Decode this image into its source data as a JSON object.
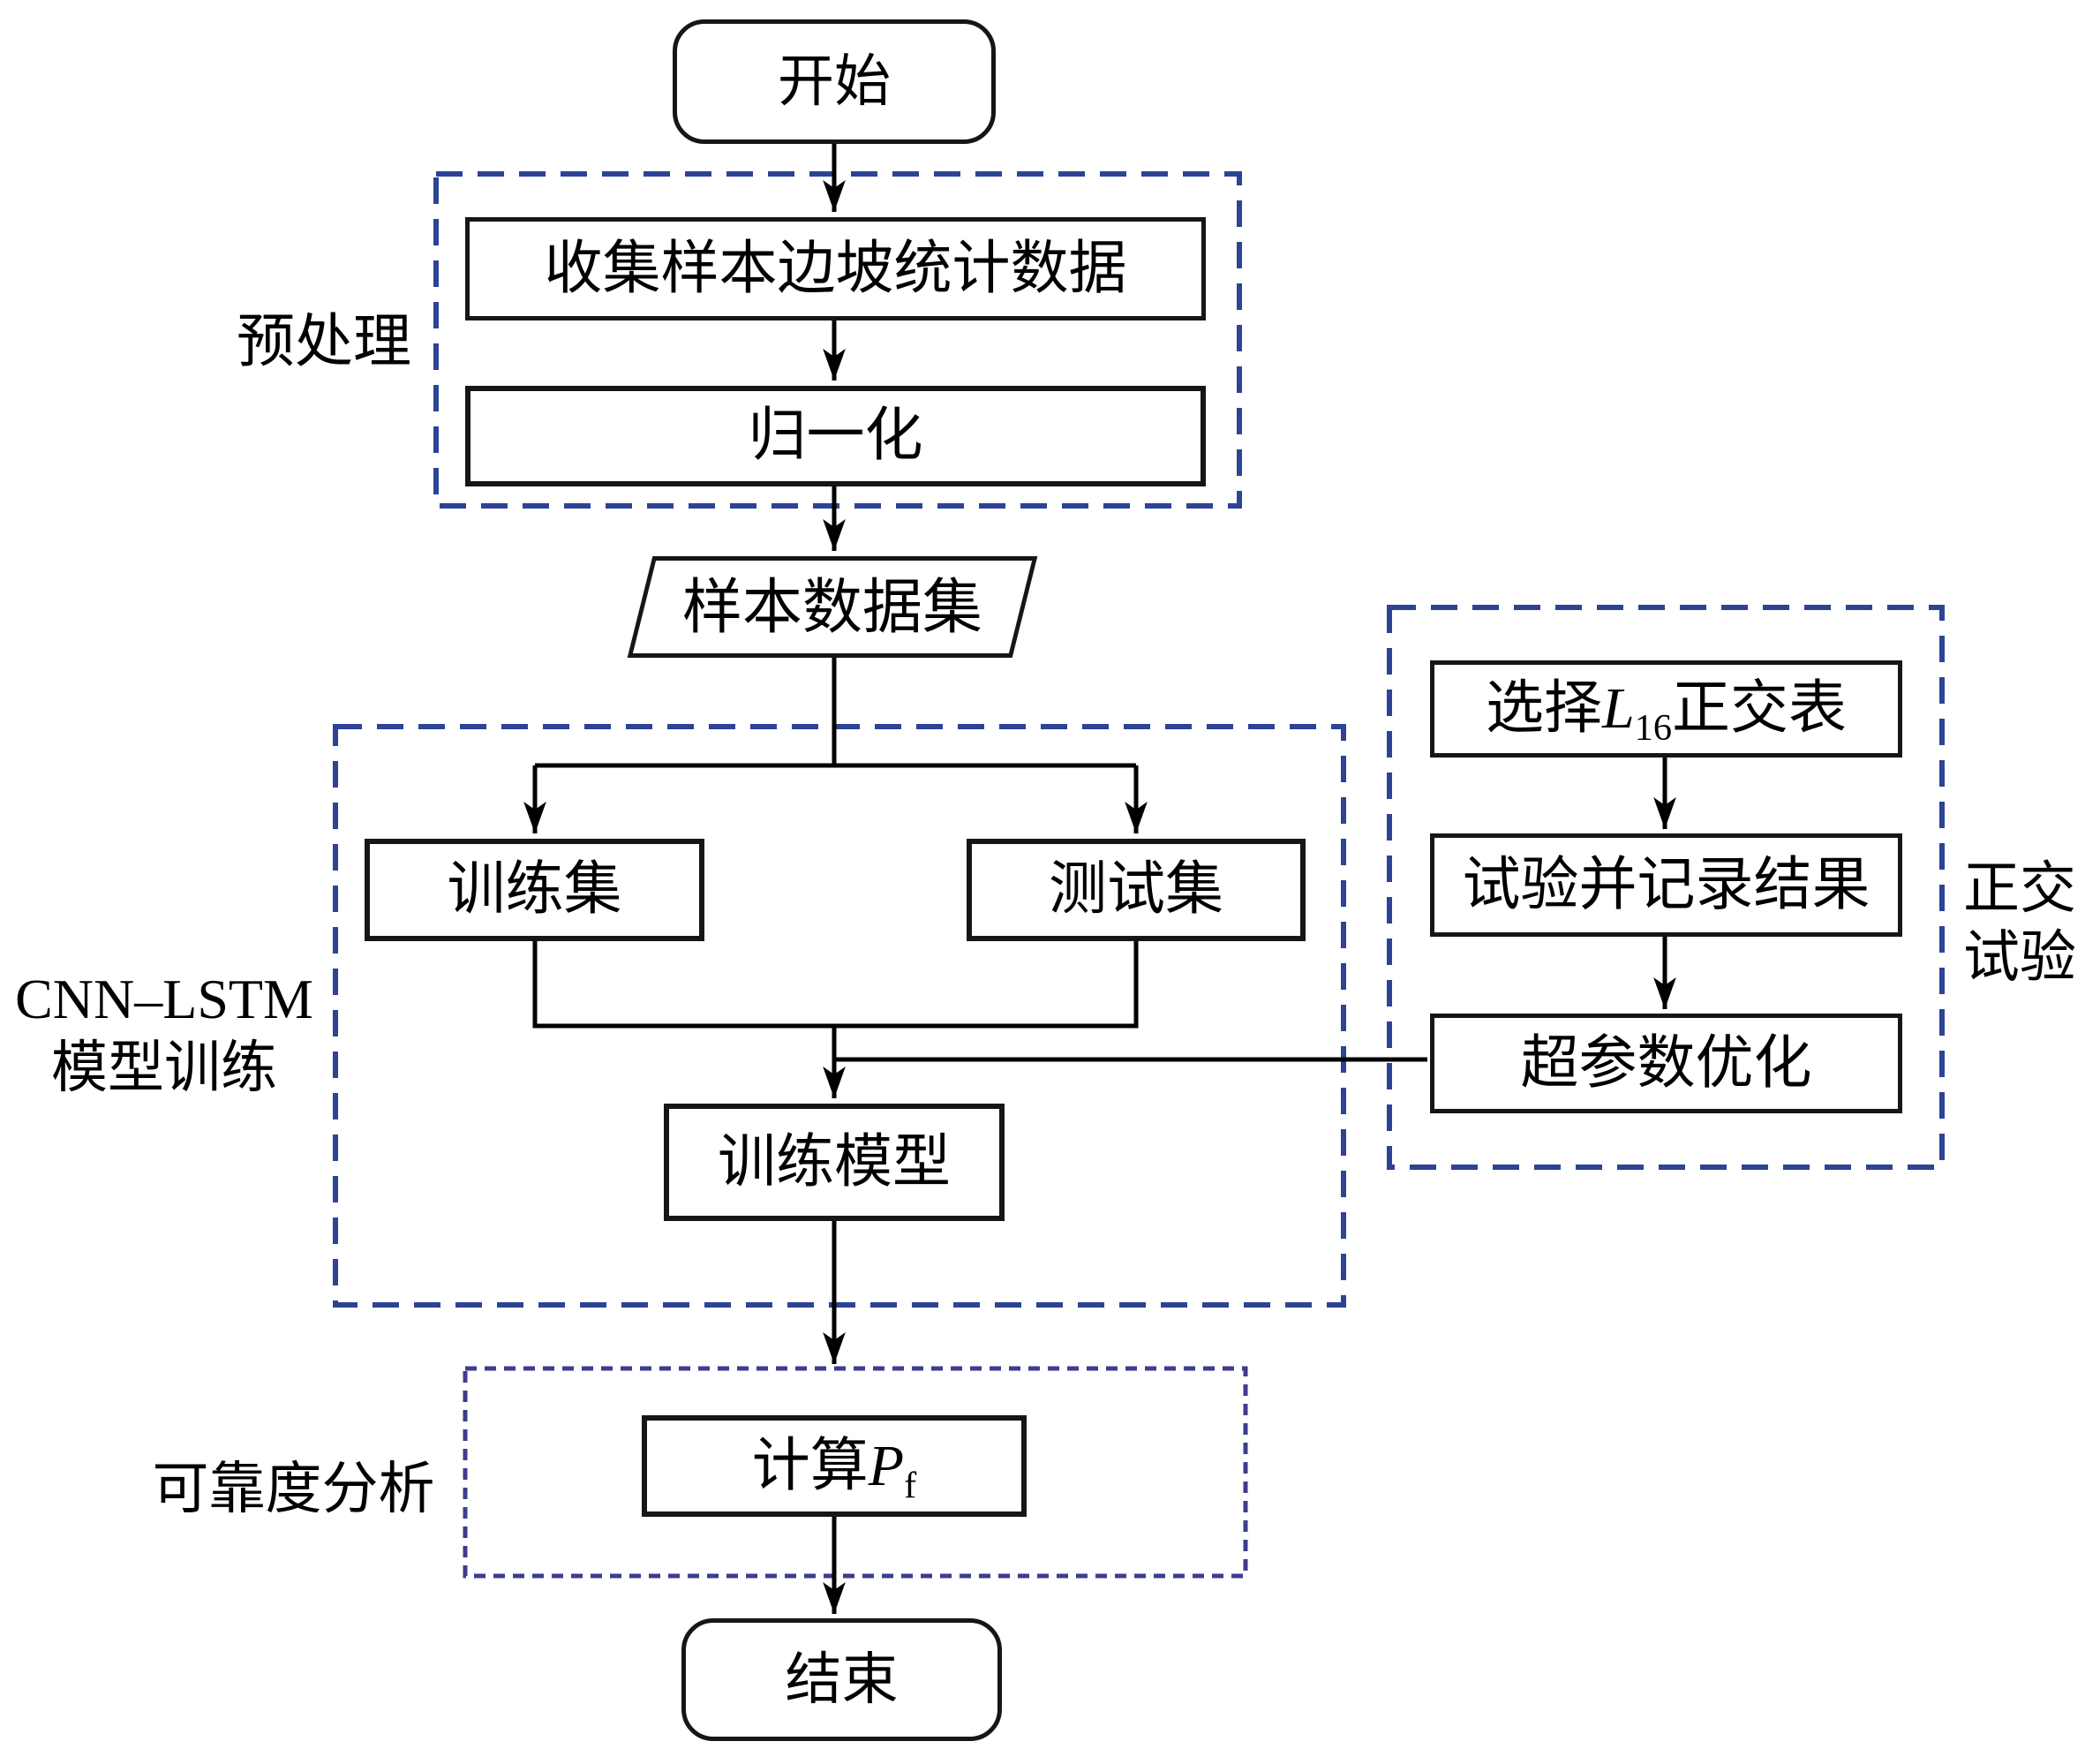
{
  "figure": {
    "type": "flowchart",
    "language": "zh-CN"
  },
  "nodes": {
    "start": "开始",
    "collect": "收集样本边坡统计数据",
    "normalize": "归一化",
    "dataset": "样本数据集",
    "train_set": "训练集",
    "test_set": "测试集",
    "train_model": "训练模型",
    "select_l16": {
      "prefix": "选择",
      "var": "L",
      "sub": "16",
      "suffix": "正交表"
    },
    "experiment": "试验并记录结果",
    "hyperparam": "超参数优化",
    "calc_pf": {
      "prefix": "计算",
      "var": "P",
      "sub": "f"
    },
    "end": "结束"
  },
  "groups": {
    "preprocess": {
      "label": "预处理"
    },
    "cnn_lstm": {
      "line1": "CNN–LSTM",
      "line2": "模型训练"
    },
    "orthogonal": {
      "line1": "正交",
      "line2": "试验"
    },
    "reliability": {
      "label": "可靠度分析"
    }
  },
  "colors": {
    "background": "#ffffff",
    "node_border": "#161616",
    "connector": "#000000",
    "text": "#000000",
    "group_dash_blue": "#2c4396",
    "group_dash_indigo": "#3d3d8f"
  }
}
